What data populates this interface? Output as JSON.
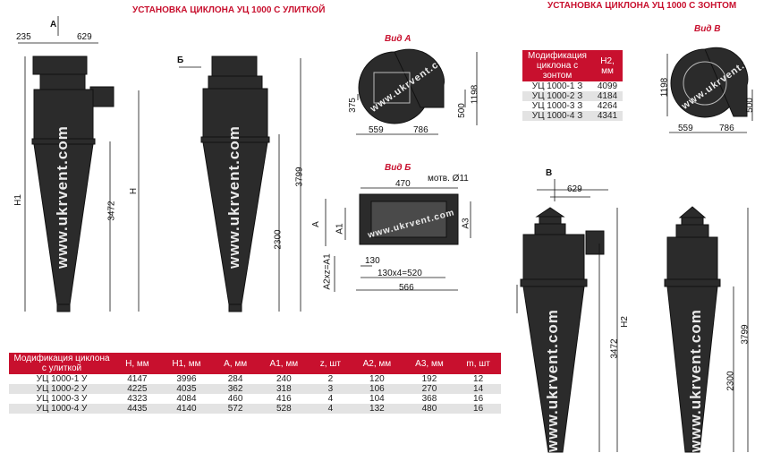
{
  "titles": {
    "main_left": "УСТАНОВКА ЦИКЛОНА УЦ 1000 С УЛИТКОЙ",
    "main_right": "УСТАНОВКА ЦИКЛОНА УЦ 1000 С ЗОНТОМ",
    "view_a": "Вид А",
    "view_b": "Вид Б",
    "view_v": "Вид В"
  },
  "watermark": "www.ukrvent.com",
  "labels": {
    "arrow_a": "А",
    "arrow_b": "Б",
    "arrow_v": "В",
    "d235": "235",
    "d629": "629",
    "d629b": "629",
    "h1": "H1",
    "h": "H",
    "h2": "H2",
    "d3472": "3472",
    "d3472b": "3472",
    "d3799": "3799",
    "d3799b": "3799",
    "d2300": "2300",
    "d2300b": "2300",
    "va_375": "375",
    "va_500": "500",
    "va_1198": "1198",
    "va_559": "559",
    "va_786": "786",
    "vb_470": "470",
    "vb_hole": "мотв. Ø11",
    "vb_a": "А",
    "vb_a1": "А1",
    "vb_a3": "А3",
    "vb_a2": "А2xz=А1",
    "vb_130": "130",
    "vb_520": "130х4=520",
    "vb_566": "566",
    "vv_1198": "1198",
    "vv_500": "500",
    "vv_559": "559",
    "vv_786": "786"
  },
  "snail_table": {
    "headers": [
      "Модификация циклона с улиткой",
      "H, мм",
      "H1, мм",
      "А, мм",
      "А1, мм",
      "z, шт",
      "А2, мм",
      "А3, мм",
      "m, шт"
    ],
    "rows": [
      [
        "УЦ 1000-1 У",
        "4147",
        "3996",
        "284",
        "240",
        "2",
        "120",
        "192",
        "12"
      ],
      [
        "УЦ 1000-2 У",
        "4225",
        "4035",
        "362",
        "318",
        "3",
        "106",
        "270",
        "14"
      ],
      [
        "УЦ 1000-3 У",
        "4323",
        "4084",
        "460",
        "416",
        "4",
        "104",
        "368",
        "16"
      ],
      [
        "УЦ 1000-4 У",
        "4435",
        "4140",
        "572",
        "528",
        "4",
        "132",
        "480",
        "16"
      ]
    ]
  },
  "umbrella_table": {
    "headers": [
      "Модификация циклона с зонтом",
      "H2, мм"
    ],
    "rows": [
      [
        "УЦ 1000-1 З",
        "4099"
      ],
      [
        "УЦ 1000-2 З",
        "4184"
      ],
      [
        "УЦ 1000-3 З",
        "4264"
      ],
      [
        "УЦ 1000-4 З",
        "4341"
      ]
    ]
  },
  "colors": {
    "accent": "#c8102e",
    "body": "#2b2b2b",
    "line": "#111111",
    "row_alt": "#e3e3e3"
  }
}
